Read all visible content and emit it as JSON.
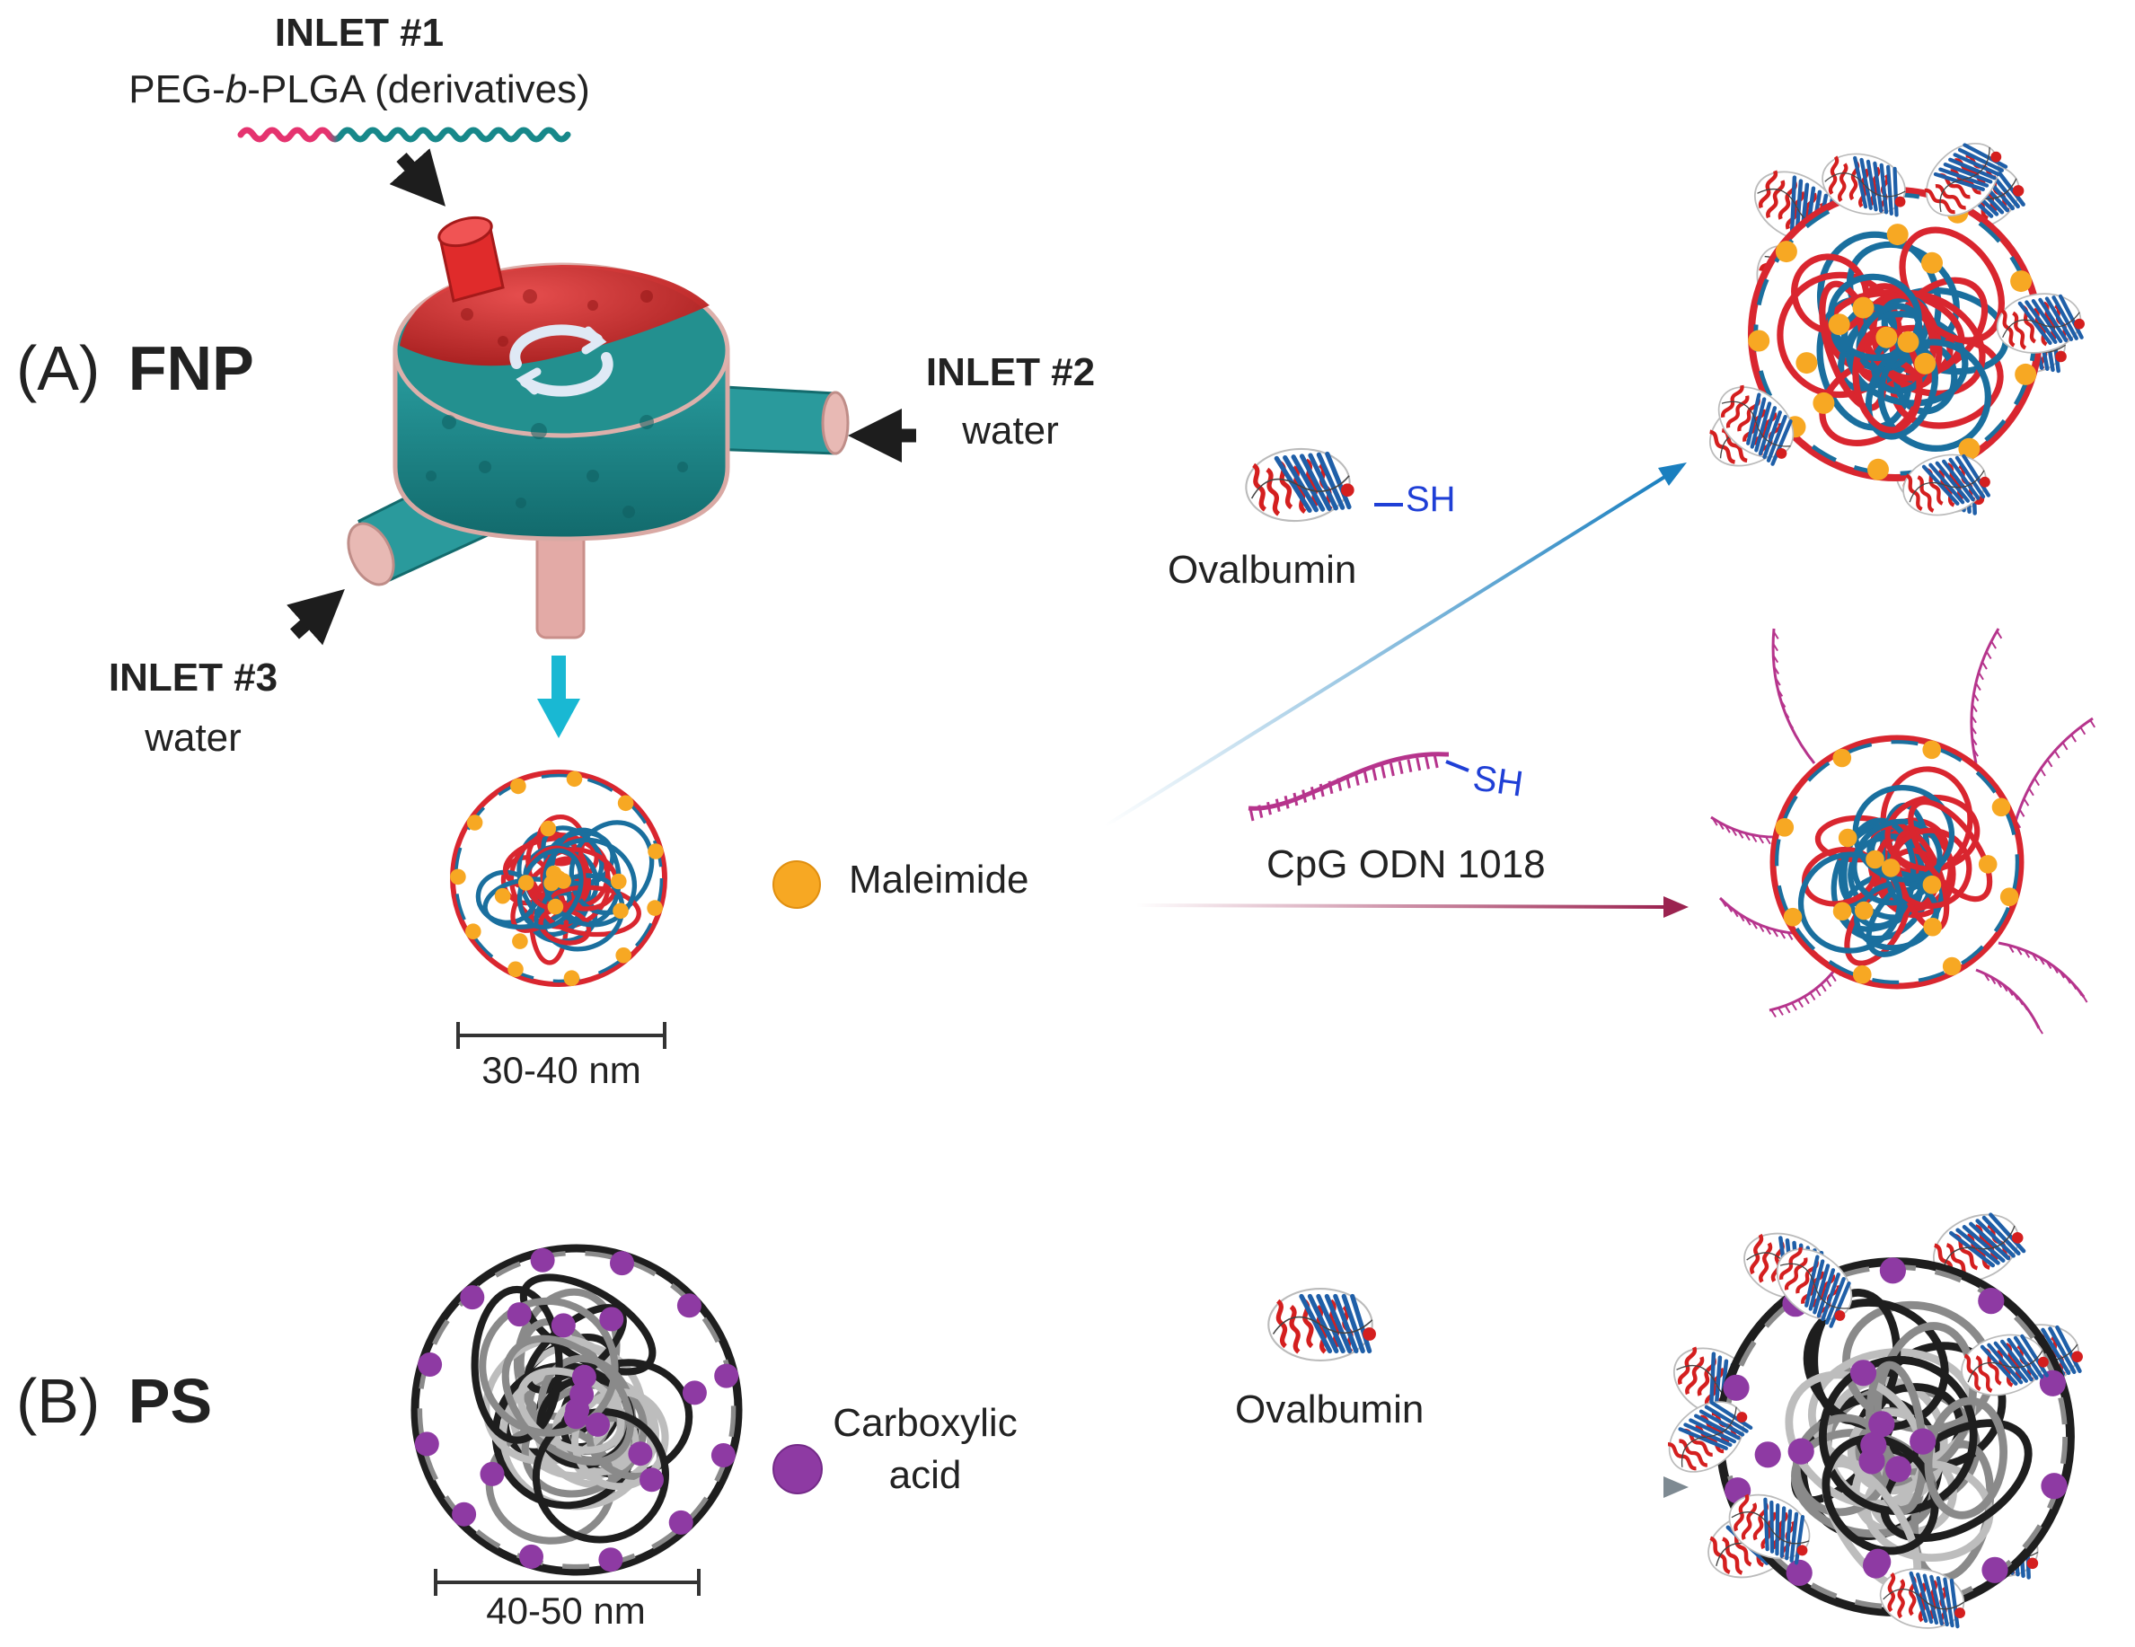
{
  "panel_a": {
    "letter": "(A)",
    "name": "FNP",
    "inlet1": {
      "title": "INLET #1",
      "polymer_prefix": "PEG-",
      "polymer_italic": "b",
      "polymer_suffix": "-PLGA (derivatives)"
    },
    "inlet2": {
      "title": "INLET #2",
      "sub": "water"
    },
    "inlet3": {
      "title": "INLET #3",
      "sub": "water"
    },
    "scale_label": "30-40 nm",
    "linker_label": "Maleimide",
    "protein_label": "Ovalbumin",
    "cpg_label": "CpG ODN 1018",
    "thiol_label": "SH"
  },
  "panel_b": {
    "letter": "(B)",
    "name": "PS",
    "scale_label": "40-50 nm",
    "linker_label_line1": "Carboxylic",
    "linker_label_line2": "acid",
    "protein_label": "Ovalbumin"
  },
  "colors": {
    "peg": "#e5336f",
    "plga": "#17888a",
    "mixer_red": "#e02b2b",
    "mixer_teal": "#1f8f91",
    "polymer_red": "#d9262f",
    "polymer_blue": "#1a6f9e",
    "maleimide": "#f7a823",
    "carboxylic": "#8e3aa3",
    "arrow_blue": "#1a7fbf",
    "arrow_maroon": "#9b2350",
    "arrow_grey": "#7e8a92",
    "output_arrow": "#19b8d3",
    "cpg": "#b6348c",
    "thiol": "#1f3fd6"
  },
  "icons": [
    "mixer-icon",
    "rotation-arrow-icon",
    "ovalbumin-protein-icon",
    "cpg-strand-icon",
    "nanoparticle-icon",
    "scale-bar-icon"
  ]
}
